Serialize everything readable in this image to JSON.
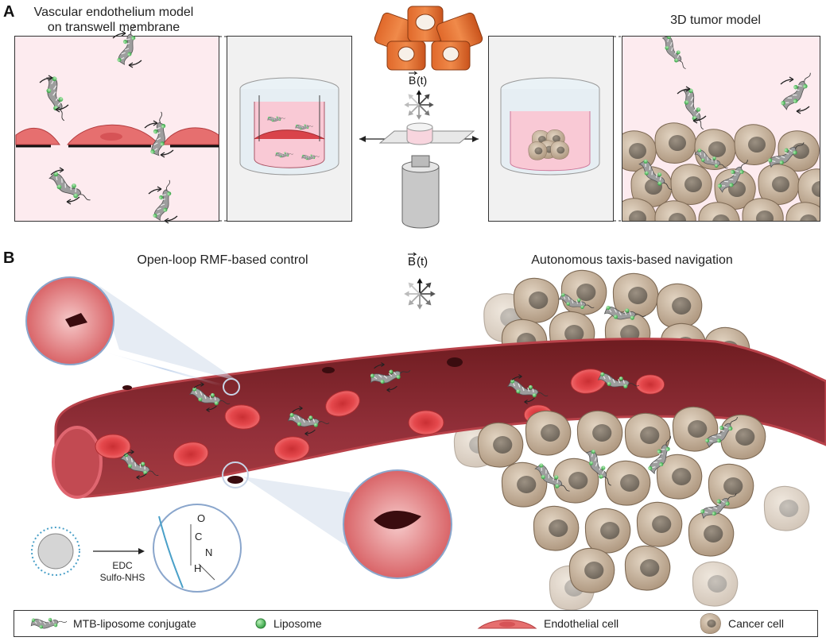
{
  "panel_a": {
    "label": "A",
    "left_title_line1": "Vascular endothelium model",
    "left_title_line2": "on transwell membrane",
    "right_title": "3D tumor model",
    "field_label_b": "B",
    "field_label_t": "(t)"
  },
  "panel_b": {
    "label": "B",
    "left_title": "Open-loop RMF-based control",
    "right_title": "Autonomous taxis-based navigation",
    "field_label_b": "B",
    "field_label_t": "(t)",
    "chem_reagent_1": "EDC",
    "chem_reagent_2": "Sulfo-NHS",
    "bond_atoms": [
      "O",
      "C",
      "N",
      "H"
    ]
  },
  "legend": {
    "items": [
      {
        "label": "MTB-liposome conjugate",
        "icon": "mtb-liposome-icon"
      },
      {
        "label": "Liposome",
        "icon": "liposome-icon"
      },
      {
        "label": "Endothelial cell",
        "icon": "endothelial-cell-icon"
      },
      {
        "label": "Cancer cell",
        "icon": "cancer-cell-icon"
      }
    ]
  },
  "colors": {
    "vessel": "#8c2a2e",
    "vessel_wall": "#d9575c",
    "rbc": "#e8494d",
    "cancer_cell": "#cdb8a0",
    "cancer_nucleus": "#8f8374",
    "liposome": "#3fb24f",
    "bacterium": "#9a9a9a",
    "pink_bg": "#fdebef"
  }
}
